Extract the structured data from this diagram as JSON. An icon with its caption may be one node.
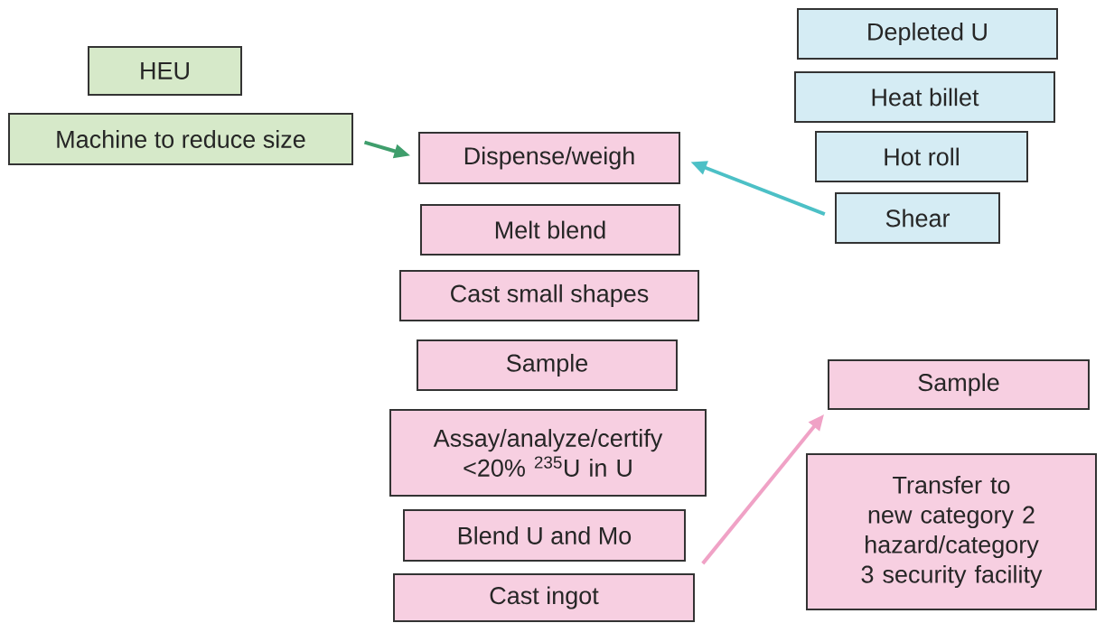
{
  "diagram": {
    "nodes": [
      {
        "text": [
          "HEU"
        ]
      },
      {
        "text": [
          "Machine to reduce size"
        ]
      },
      {
        "text": [
          "Dispense/weigh"
        ]
      },
      {
        "text": [
          "Melt blend"
        ]
      },
      {
        "text": [
          "Cast small shapes"
        ]
      },
      {
        "text": [
          "Sample"
        ]
      },
      {
        "text": [
          "Assay/analyze/certify <20% $^{235}$U in U"
        ]
      },
      {
        "text": [
          "Blend U and Mo"
        ]
      },
      {
        "text": [
          "Cast ingot"
        ]
      },
      {
        "text": [
          "Depleted U"
        ]
      },
      {
        "text": [
          "Heat billet"
        ]
      },
      {
        "text": [
          "Hot roll"
        ]
      },
      {
        "text": [
          "Shear"
        ]
      },
      {
        "text": [
          "Sample"
        ]
      },
      {
        "text": [
          "Transfer to new category 2 hazard/category 3 security facility"
        ]
      }
    ],
    "edges": [
      {
        "from": 1,
        "to": 2,
        "arrow": "to",
        "color": "#3f9e6c"
      },
      {
        "from": 12,
        "to": 2,
        "arrow": "to",
        "color": "#4cc0c6"
      },
      {
        "from": 8,
        "to": 13,
        "arrow": "to",
        "color": "#f0a2c6"
      }
    ]
  }
}
